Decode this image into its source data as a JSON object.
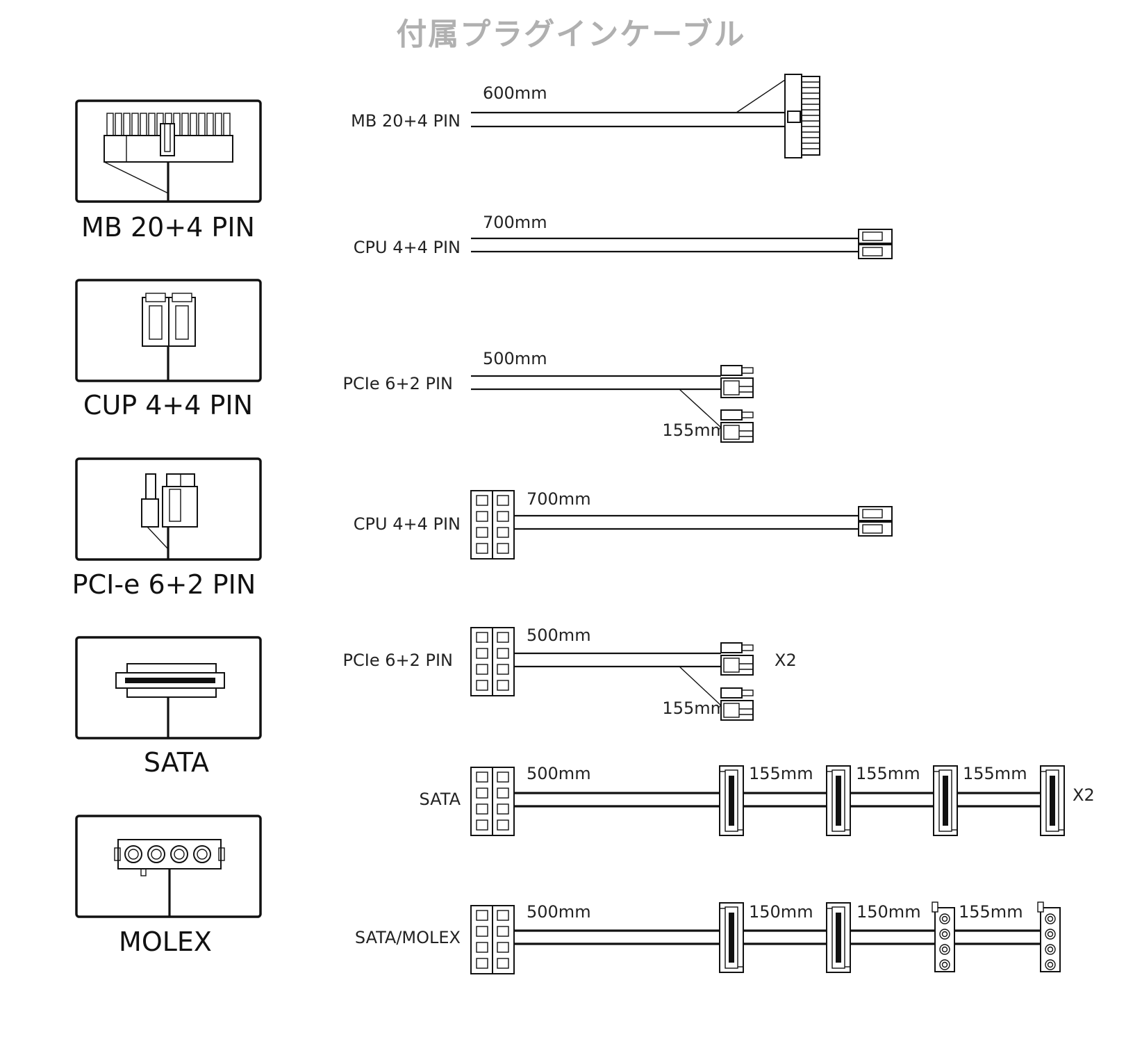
{
  "title": "付属プラグインケーブル",
  "connector_panels": [
    {
      "label": "MB 20+4 PIN",
      "icon": "mb-20-4-pin-icon"
    },
    {
      "label": "CUP 4+4 PIN",
      "icon": "cpu-4-4-pin-icon"
    },
    {
      "label": "PCI-e 6+2 PIN",
      "icon": "pcie-6-2-pin-icon"
    },
    {
      "label": "SATA",
      "icon": "sata-icon"
    },
    {
      "label": "MOLEX",
      "icon": "molex-icon"
    }
  ],
  "cables": [
    {
      "name": "MB 20+4 PIN",
      "lengths": [
        "600mm"
      ],
      "multiplier": ""
    },
    {
      "name": "CPU 4+4 PIN",
      "lengths": [
        "700mm"
      ],
      "multiplier": ""
    },
    {
      "name": "PCIe 6+2 PIN",
      "lengths": [
        "500mm",
        "155mm"
      ],
      "multiplier": ""
    },
    {
      "name": "CPU 4+4 PIN",
      "lengths": [
        "700mm"
      ],
      "multiplier": ""
    },
    {
      "name": "PCIe 6+2 PIN",
      "lengths": [
        "500mm",
        "155mm"
      ],
      "multiplier": "X2"
    },
    {
      "name": "SATA",
      "lengths": [
        "500mm",
        "155mm",
        "155mm",
        "155mm"
      ],
      "multiplier": "X2"
    },
    {
      "name": "SATA/MOLEX",
      "lengths": [
        "500mm",
        "150mm",
        "150mm",
        "155mm"
      ],
      "multiplier": ""
    }
  ]
}
